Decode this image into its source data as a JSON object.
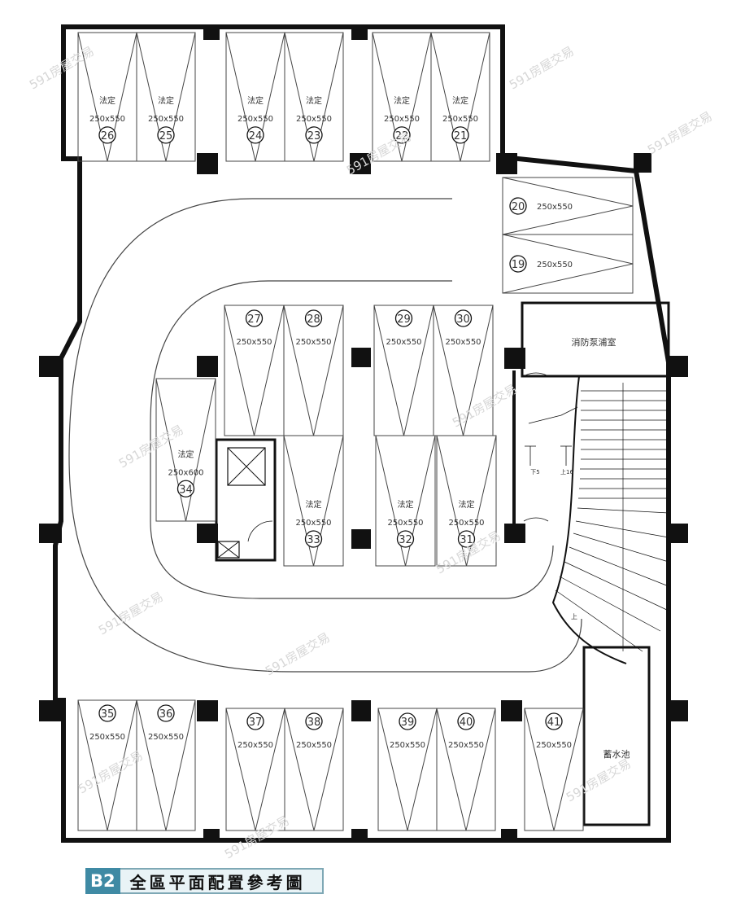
{
  "slots": [
    {
      "num": "26",
      "size": "250x550",
      "tag": "法定"
    },
    {
      "num": "25",
      "size": "250x550",
      "tag": "法定"
    },
    {
      "num": "24",
      "size": "250x550",
      "tag": "法定"
    },
    {
      "num": "23",
      "size": "250x550",
      "tag": "法定"
    },
    {
      "num": "22",
      "size": "250x550",
      "tag": "法定"
    },
    {
      "num": "21",
      "size": "250x550",
      "tag": "法定"
    },
    {
      "num": "20",
      "size": "250x550",
      "tag": ""
    },
    {
      "num": "19",
      "size": "250x550",
      "tag": ""
    },
    {
      "num": "27",
      "size": "250x550",
      "tag": ""
    },
    {
      "num": "28",
      "size": "250x550",
      "tag": ""
    },
    {
      "num": "29",
      "size": "250x550",
      "tag": ""
    },
    {
      "num": "30",
      "size": "250x550",
      "tag": ""
    },
    {
      "num": "34",
      "size": "250x600",
      "tag": "法定"
    },
    {
      "num": "33",
      "size": "250x550",
      "tag": "法定"
    },
    {
      "num": "32",
      "size": "250x550",
      "tag": "法定"
    },
    {
      "num": "31",
      "size": "250x550",
      "tag": "法定"
    },
    {
      "num": "35",
      "size": "250x550",
      "tag": ""
    },
    {
      "num": "36",
      "size": "250x550",
      "tag": ""
    },
    {
      "num": "37",
      "size": "250x550",
      "tag": ""
    },
    {
      "num": "38",
      "size": "250x550",
      "tag": ""
    },
    {
      "num": "39",
      "size": "250x550",
      "tag": ""
    },
    {
      "num": "40",
      "size": "250x550",
      "tag": ""
    },
    {
      "num": "41",
      "size": "250x550",
      "tag": ""
    }
  ],
  "rooms": {
    "fire_pump_room": "消防泵浦室",
    "water_tank": "蓄水池"
  },
  "stairs": {
    "down_label": "下5",
    "up_label": "上16",
    "up_mark": "上"
  },
  "watermark": "591房屋交易",
  "caption": {
    "level": "B2",
    "title": "全區平面配置參考圖"
  }
}
